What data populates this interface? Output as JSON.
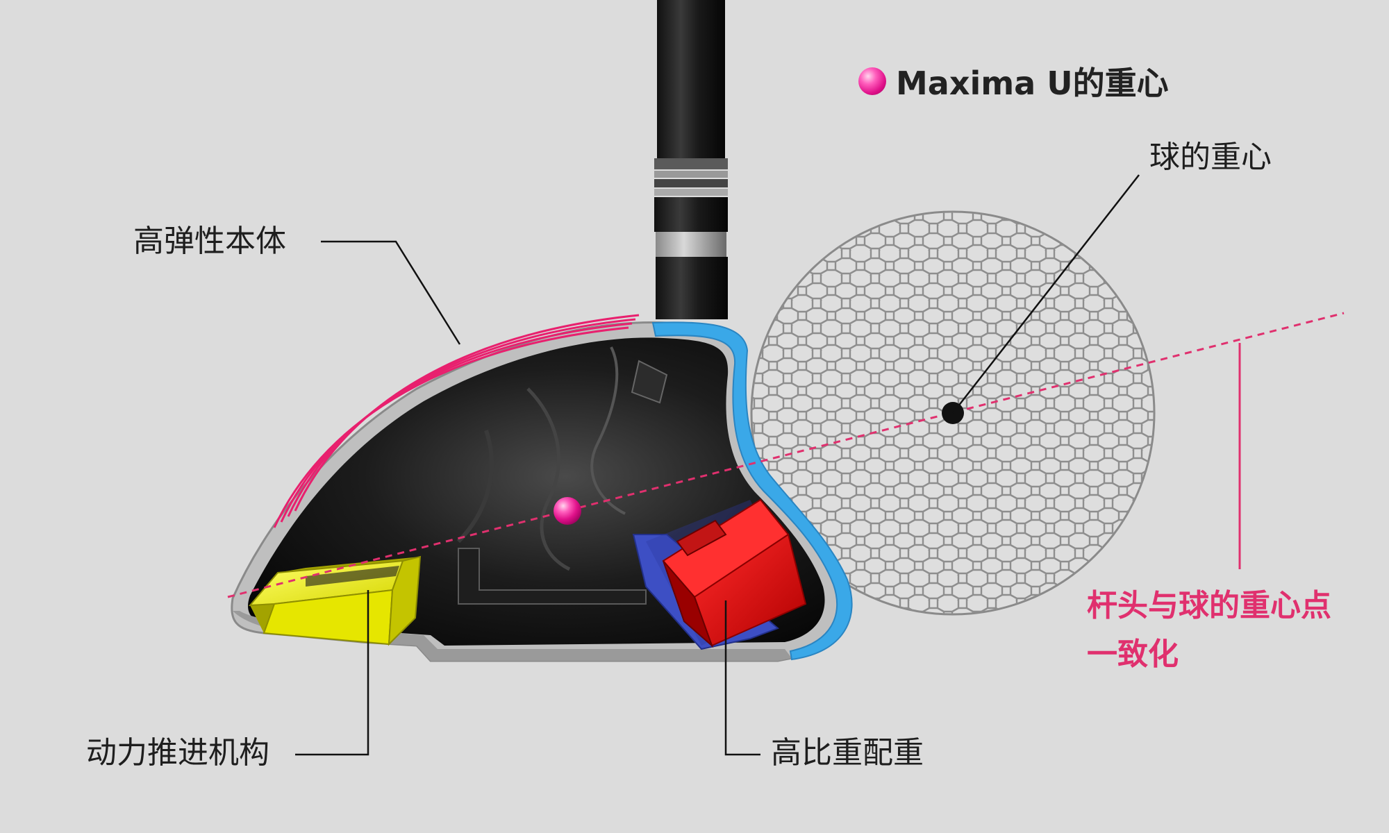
{
  "legend": {
    "marker_color": "#e8178f",
    "text": "Maxima U的重心"
  },
  "labels": {
    "body": "高弹性本体",
    "ball_cg": "球的重心",
    "propulsion": "动力推进机构",
    "weight": "高比重配重",
    "alignment_line1": "杆头与球的重心点",
    "alignment_line2": "一致化"
  },
  "colors": {
    "background": "#dcdcdc",
    "accent_pink": "#e0306e",
    "face_blue": "#3aa8e8",
    "propulsion_yellow": "#e6e600",
    "weight_red": "#d40000",
    "weight_base_blue": "#3d4fc4",
    "ball_outline": "#8a8a8a"
  }
}
